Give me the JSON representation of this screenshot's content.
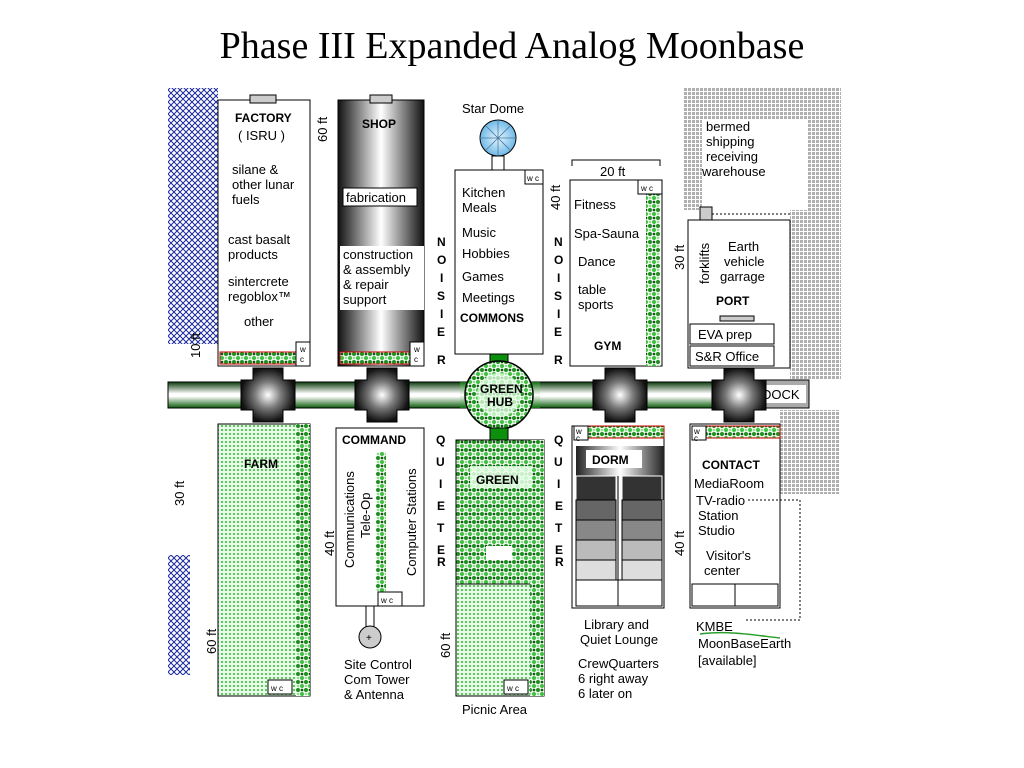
{
  "title": "Phase III Expanded Analog Moonbase",
  "labels": {
    "factory": "FACTORY",
    "isru": "( ISRU )",
    "silane": "silane &",
    "other_lunar": "other lunar",
    "fuels": "fuels",
    "cast_basalt": "cast basalt",
    "products": "products",
    "sintercrete": "sintercrete",
    "regoblox": "regoblox™",
    "other": "other",
    "factory_dim": "60 ft",
    "factory_side_dim": "10 ft",
    "shop": "SHOP",
    "fabrication": "fabrication",
    "construction": "construction",
    "assembly": "& assembly",
    "repair": "& repair",
    "support": "support",
    "noisier": "NOISIER",
    "star_dome": "Star Dome",
    "kitchen": "Kitchen",
    "meals": "Meals",
    "music": "Music",
    "hobbies": "Hobbies",
    "games": "Games",
    "meetings": "Meetings",
    "commons": "COMMONS",
    "commons_dim": "40 ft",
    "gym_width": "20 ft",
    "fitness": "Fitness",
    "spa": "Spa-Sauna",
    "dance": "Dance",
    "table": "table",
    "sports": "sports",
    "gym": "GYM",
    "bermed": "bermed",
    "shipping": "shipping",
    "receiving": "receiving",
    "warehouse": "warehouse",
    "forklifts": "forklifts",
    "earth": "Earth",
    "vehicle": "vehicle",
    "garrage": "garrage",
    "port": "PORT",
    "port_dim": "30 ft",
    "eva": "EVA prep",
    "sr_office": "S&R Office",
    "dock": "DOCK",
    "green_hub_1": "GREEN",
    "green_hub_2": "HUB",
    "farm": "FARM",
    "farm_dim1": "30 ft",
    "farm_dim2": "60 ft",
    "command": "COMMAND",
    "communications": "Communications",
    "teleop": "Tele-Op",
    "computer_stations": "Computer Stations",
    "command_dim": "40 ft",
    "site_control": "Site Control",
    "com_tower": "Com Tower",
    "antenna": "& Antenna",
    "quieter": "QUIETER",
    "green": "GREEN",
    "green_dim": "60 ft",
    "picnic": "Picnic Area",
    "dorm": "DORM",
    "library": "Library and",
    "quiet_lounge": "Quiet Lounge",
    "crew_quarters": "CrewQuarters",
    "right_away": "6 right away",
    "later_on": "6 later on",
    "contact": "CONTACT",
    "mediaroom": "MediaRoom",
    "tv_radio": "TV-radio",
    "station": "Station",
    "studio": "Studio",
    "visitors": "Visitor's",
    "center": "center",
    "contact_dim": "40 ft",
    "kmbe": "KMBE",
    "moonbase_earth": "MoonBaseEarth",
    "available": "[available]",
    "wc_w": "w",
    "wc_c": "c",
    "wc": "w c"
  }
}
